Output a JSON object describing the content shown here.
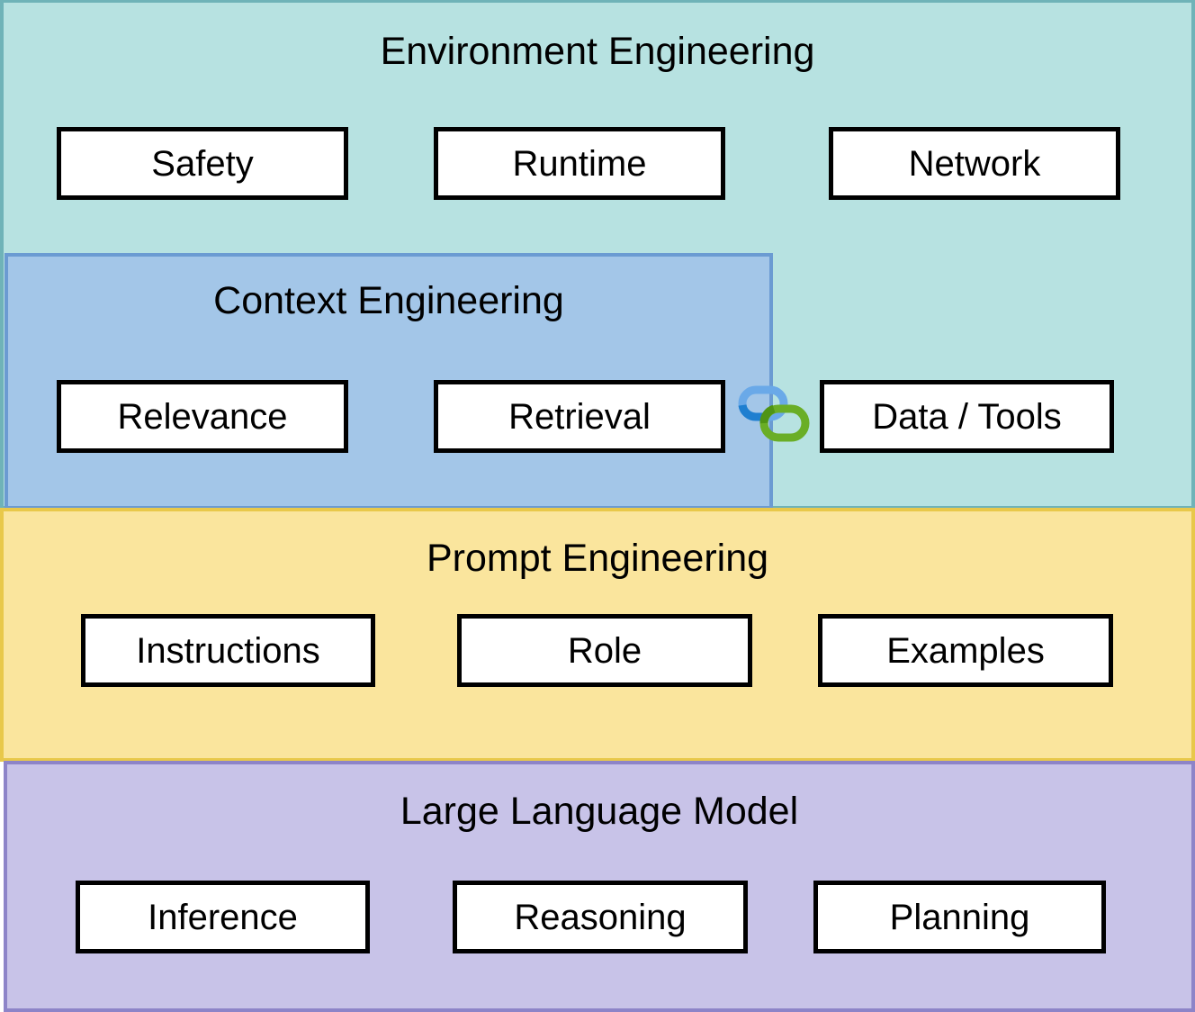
{
  "diagram": {
    "title_text_style": "centered layer headings",
    "layers": [
      {
        "id": "environment",
        "title": "Environment Engineering",
        "fill": "#b7e2e1",
        "stroke": "#6fb3b8",
        "nodes": [
          "Safety",
          "Runtime",
          "Network"
        ]
      },
      {
        "id": "context",
        "title": "Context Engineering",
        "fill": "#a3c6e8",
        "stroke": "#6b9bd2",
        "nodes": [
          "Relevance",
          "Retrieval",
          "Data / Tools"
        ]
      },
      {
        "id": "prompt",
        "title": "Prompt Engineering",
        "fill": "#fae59d",
        "stroke": "#e8c84a",
        "nodes": [
          "Instructions",
          "Role",
          "Examples"
        ]
      },
      {
        "id": "llm",
        "title": "Large Language Model",
        "fill": "#c8c3e8",
        "stroke": "#8d84c8",
        "nodes": [
          "Inference",
          "Reasoning",
          "Planning"
        ]
      }
    ],
    "connector": {
      "icon": "link-chain-icon",
      "ring_primary_color": "#2f88d8",
      "ring_primary_highlight": "#6aa9e8",
      "ring_secondary_color": "#5a9e20",
      "ring_secondary_highlight": "#86bb3c",
      "connects_from": "Retrieval",
      "connects_to": "Data / Tools"
    },
    "node_box": {
      "fill": "#ffffff",
      "stroke": "#000000"
    }
  }
}
